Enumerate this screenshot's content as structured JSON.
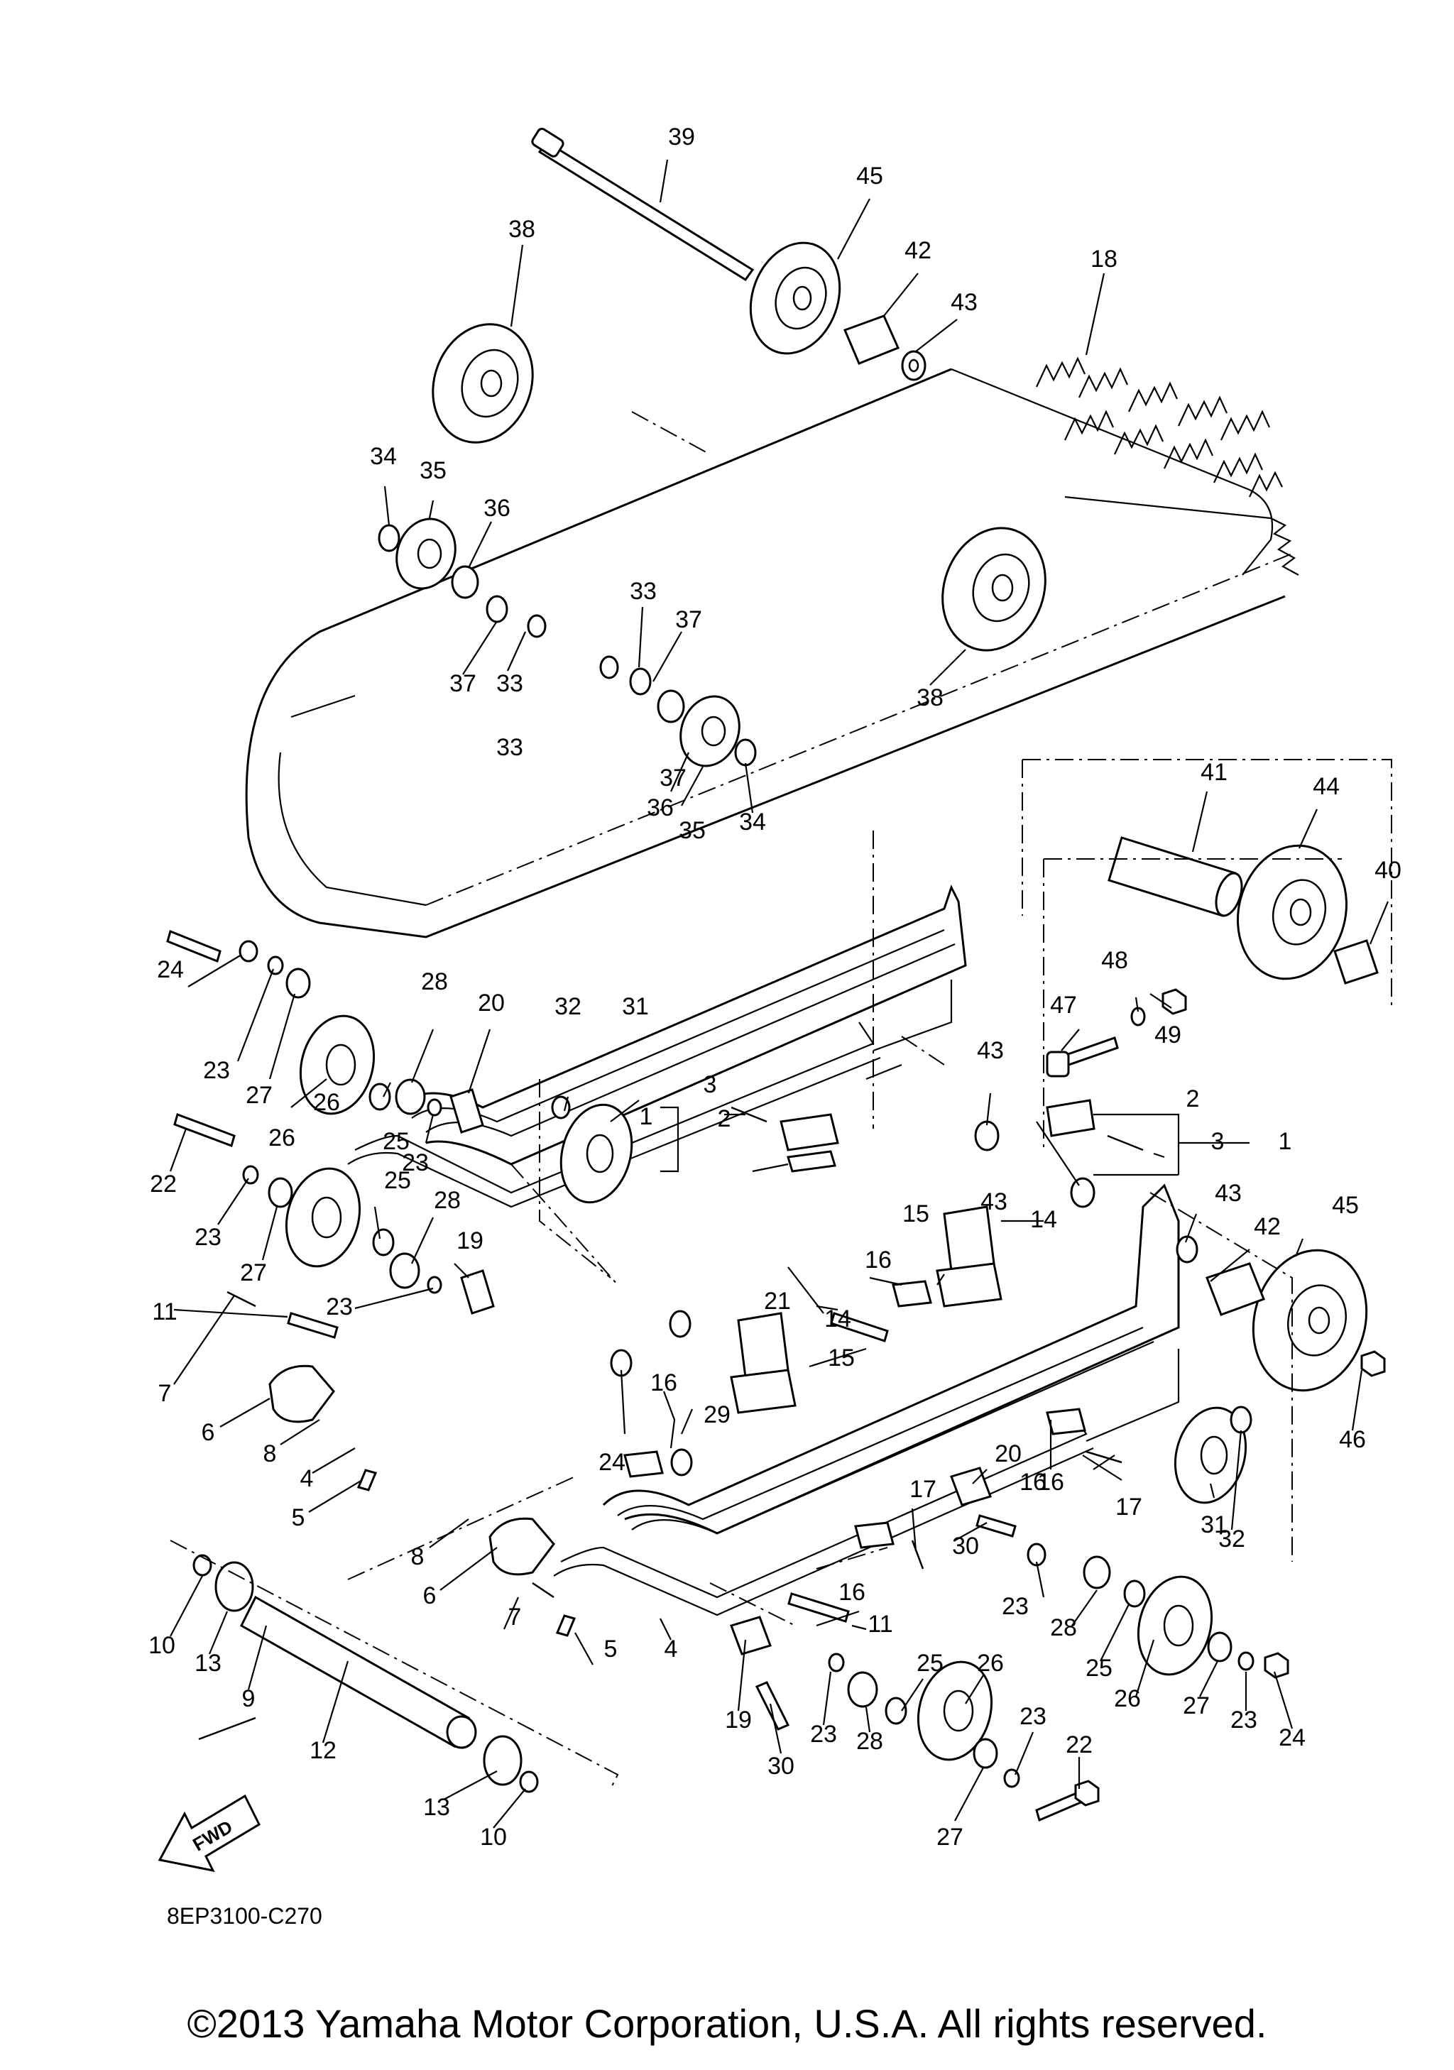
{
  "diagram": {
    "code": "8EP3100-C270",
    "copyright": "©2013 Yamaha Motor Corporation, U.S.A. All rights reserved.",
    "fwd_label": "FWD",
    "labels": [
      {
        "n": "39"
      },
      {
        "n": "45"
      },
      {
        "n": "42"
      },
      {
        "n": "43"
      },
      {
        "n": "18"
      },
      {
        "n": "38"
      },
      {
        "n": "34"
      },
      {
        "n": "35"
      },
      {
        "n": "36"
      },
      {
        "n": "37"
      },
      {
        "n": "33"
      },
      {
        "n": "33"
      },
      {
        "n": "37"
      },
      {
        "n": "37"
      },
      {
        "n": "33"
      },
      {
        "n": "38"
      },
      {
        "n": "36"
      },
      {
        "n": "35"
      },
      {
        "n": "34"
      },
      {
        "n": "41"
      },
      {
        "n": "44"
      },
      {
        "n": "40"
      },
      {
        "n": "24"
      },
      {
        "n": "23"
      },
      {
        "n": "27"
      },
      {
        "n": "26"
      },
      {
        "n": "28"
      },
      {
        "n": "25"
      },
      {
        "n": "23"
      },
      {
        "n": "20"
      },
      {
        "n": "32"
      },
      {
        "n": "31"
      },
      {
        "n": "3"
      },
      {
        "n": "1"
      },
      {
        "n": "2"
      },
      {
        "n": "43"
      },
      {
        "n": "47"
      },
      {
        "n": "48"
      },
      {
        "n": "49"
      },
      {
        "n": "2"
      },
      {
        "n": "3"
      },
      {
        "n": "1"
      },
      {
        "n": "22"
      },
      {
        "n": "23"
      },
      {
        "n": "27"
      },
      {
        "n": "26"
      },
      {
        "n": "25"
      },
      {
        "n": "28"
      },
      {
        "n": "23"
      },
      {
        "n": "19"
      },
      {
        "n": "43"
      },
      {
        "n": "43"
      },
      {
        "n": "42"
      },
      {
        "n": "45"
      },
      {
        "n": "14"
      },
      {
        "n": "15"
      },
      {
        "n": "16"
      },
      {
        "n": "11"
      },
      {
        "n": "21"
      },
      {
        "n": "14"
      },
      {
        "n": "15"
      },
      {
        "n": "7"
      },
      {
        "n": "6"
      },
      {
        "n": "8"
      },
      {
        "n": "4"
      },
      {
        "n": "5"
      },
      {
        "n": "16"
      },
      {
        "n": "29"
      },
      {
        "n": "24"
      },
      {
        "n": "46"
      },
      {
        "n": "16"
      },
      {
        "n": "17"
      },
      {
        "n": "20"
      },
      {
        "n": "16"
      },
      {
        "n": "31"
      },
      {
        "n": "32"
      },
      {
        "n": "17"
      },
      {
        "n": "30"
      },
      {
        "n": "8"
      },
      {
        "n": "6"
      },
      {
        "n": "7"
      },
      {
        "n": "5"
      },
      {
        "n": "4"
      },
      {
        "n": "16"
      },
      {
        "n": "11"
      },
      {
        "n": "23"
      },
      {
        "n": "28"
      },
      {
        "n": "25"
      },
      {
        "n": "26"
      },
      {
        "n": "27"
      },
      {
        "n": "23"
      },
      {
        "n": "24"
      },
      {
        "n": "10"
      },
      {
        "n": "13"
      },
      {
        "n": "9"
      },
      {
        "n": "12"
      },
      {
        "n": "13"
      },
      {
        "n": "10"
      },
      {
        "n": "19"
      },
      {
        "n": "30"
      },
      {
        "n": "23"
      },
      {
        "n": "28"
      },
      {
        "n": "25"
      },
      {
        "n": "26"
      },
      {
        "n": "23"
      },
      {
        "n": "22"
      },
      {
        "n": "27"
      }
    ]
  }
}
